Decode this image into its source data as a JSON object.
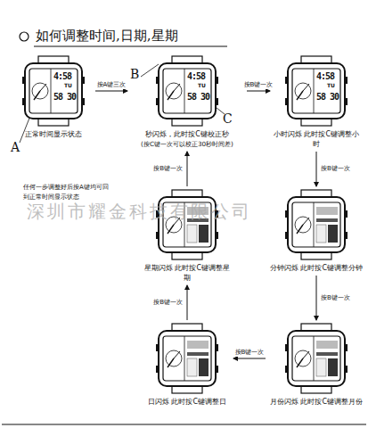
{
  "diagram": {
    "title": "如何调整时间,日期,星期",
    "nodes": [
      {
        "text": [
          "正常时间显示状态"
        ]
      },
      {
        "text": [
          "秒闪烁，此时按C键校正秒",
          "(按C键一次可以校正30秒时间差)"
        ]
      },
      {
        "text": [
          "小时闪烁 此时按C键调整小时"
        ]
      },
      {
        "text": [
          "星期闪烁 此时按C键调整星期"
        ]
      },
      {
        "text": [
          "分钟闪烁 此时按C键调整分钟"
        ]
      },
      {
        "text": [
          "日闪烁 此时按C键调整日"
        ]
      },
      {
        "text": [
          "月份闪烁 此时按C键调整月份"
        ]
      }
    ],
    "edges": [
      {
        "from": 0,
        "to": 1,
        "arrow": "to",
        "label": "按A键三次"
      },
      {
        "from": 1,
        "to": 2,
        "arrow": "to",
        "label": "按B键一次"
      },
      {
        "from": 2,
        "to": 4,
        "arrow": "to",
        "label": "按B键一次"
      },
      {
        "from": 4,
        "to": 6,
        "arrow": "to",
        "label": "按B键一次"
      },
      {
        "from": 6,
        "to": 5,
        "arrow": "to",
        "label": "按B键一次"
      },
      {
        "from": 5,
        "to": 3,
        "arrow": "to",
        "label": "按B键一次"
      },
      {
        "from": 3,
        "to": 1,
        "arrow": "to",
        "label": "按B键一次"
      }
    ],
    "labels": [
      "A",
      "B",
      "C",
      "4:58",
      "TU",
      "58 30",
      "4:58",
      "TU",
      "58 30",
      "4:58",
      "TU",
      "58 30",
      "任何一步调整好后按A键均可回到正常时间显示状态",
      "深圳市耀金科技有限公司"
    ]
  }
}
